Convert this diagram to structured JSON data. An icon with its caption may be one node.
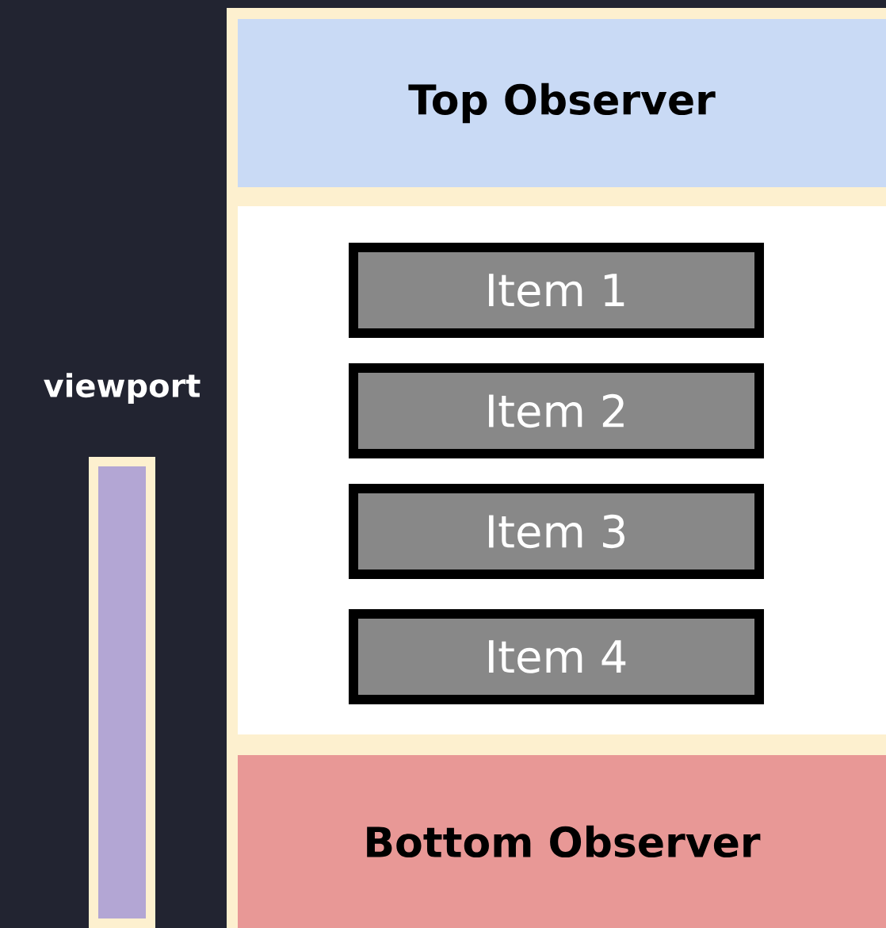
{
  "diagram": {
    "nodes": [
      {
        "text": [],
        "shape": "box"
      },
      {
        "text": [
          "Top Observer"
        ],
        "in": 0
      },
      {
        "text": [
          "Item 1"
        ],
        "in": 0
      },
      {
        "text": [
          "Item 2"
        ],
        "in": 0
      },
      {
        "text": [
          "Item 3"
        ],
        "in": 0
      },
      {
        "text": [
          "Item 4"
        ],
        "in": 0
      },
      {
        "text": [
          "Bottom Observer"
        ],
        "in": 0
      },
      {
        "text": [],
        "shape": "bar",
        "beside": [
          "viewport"
        ]
      }
    ],
    "edges": []
  }
}
